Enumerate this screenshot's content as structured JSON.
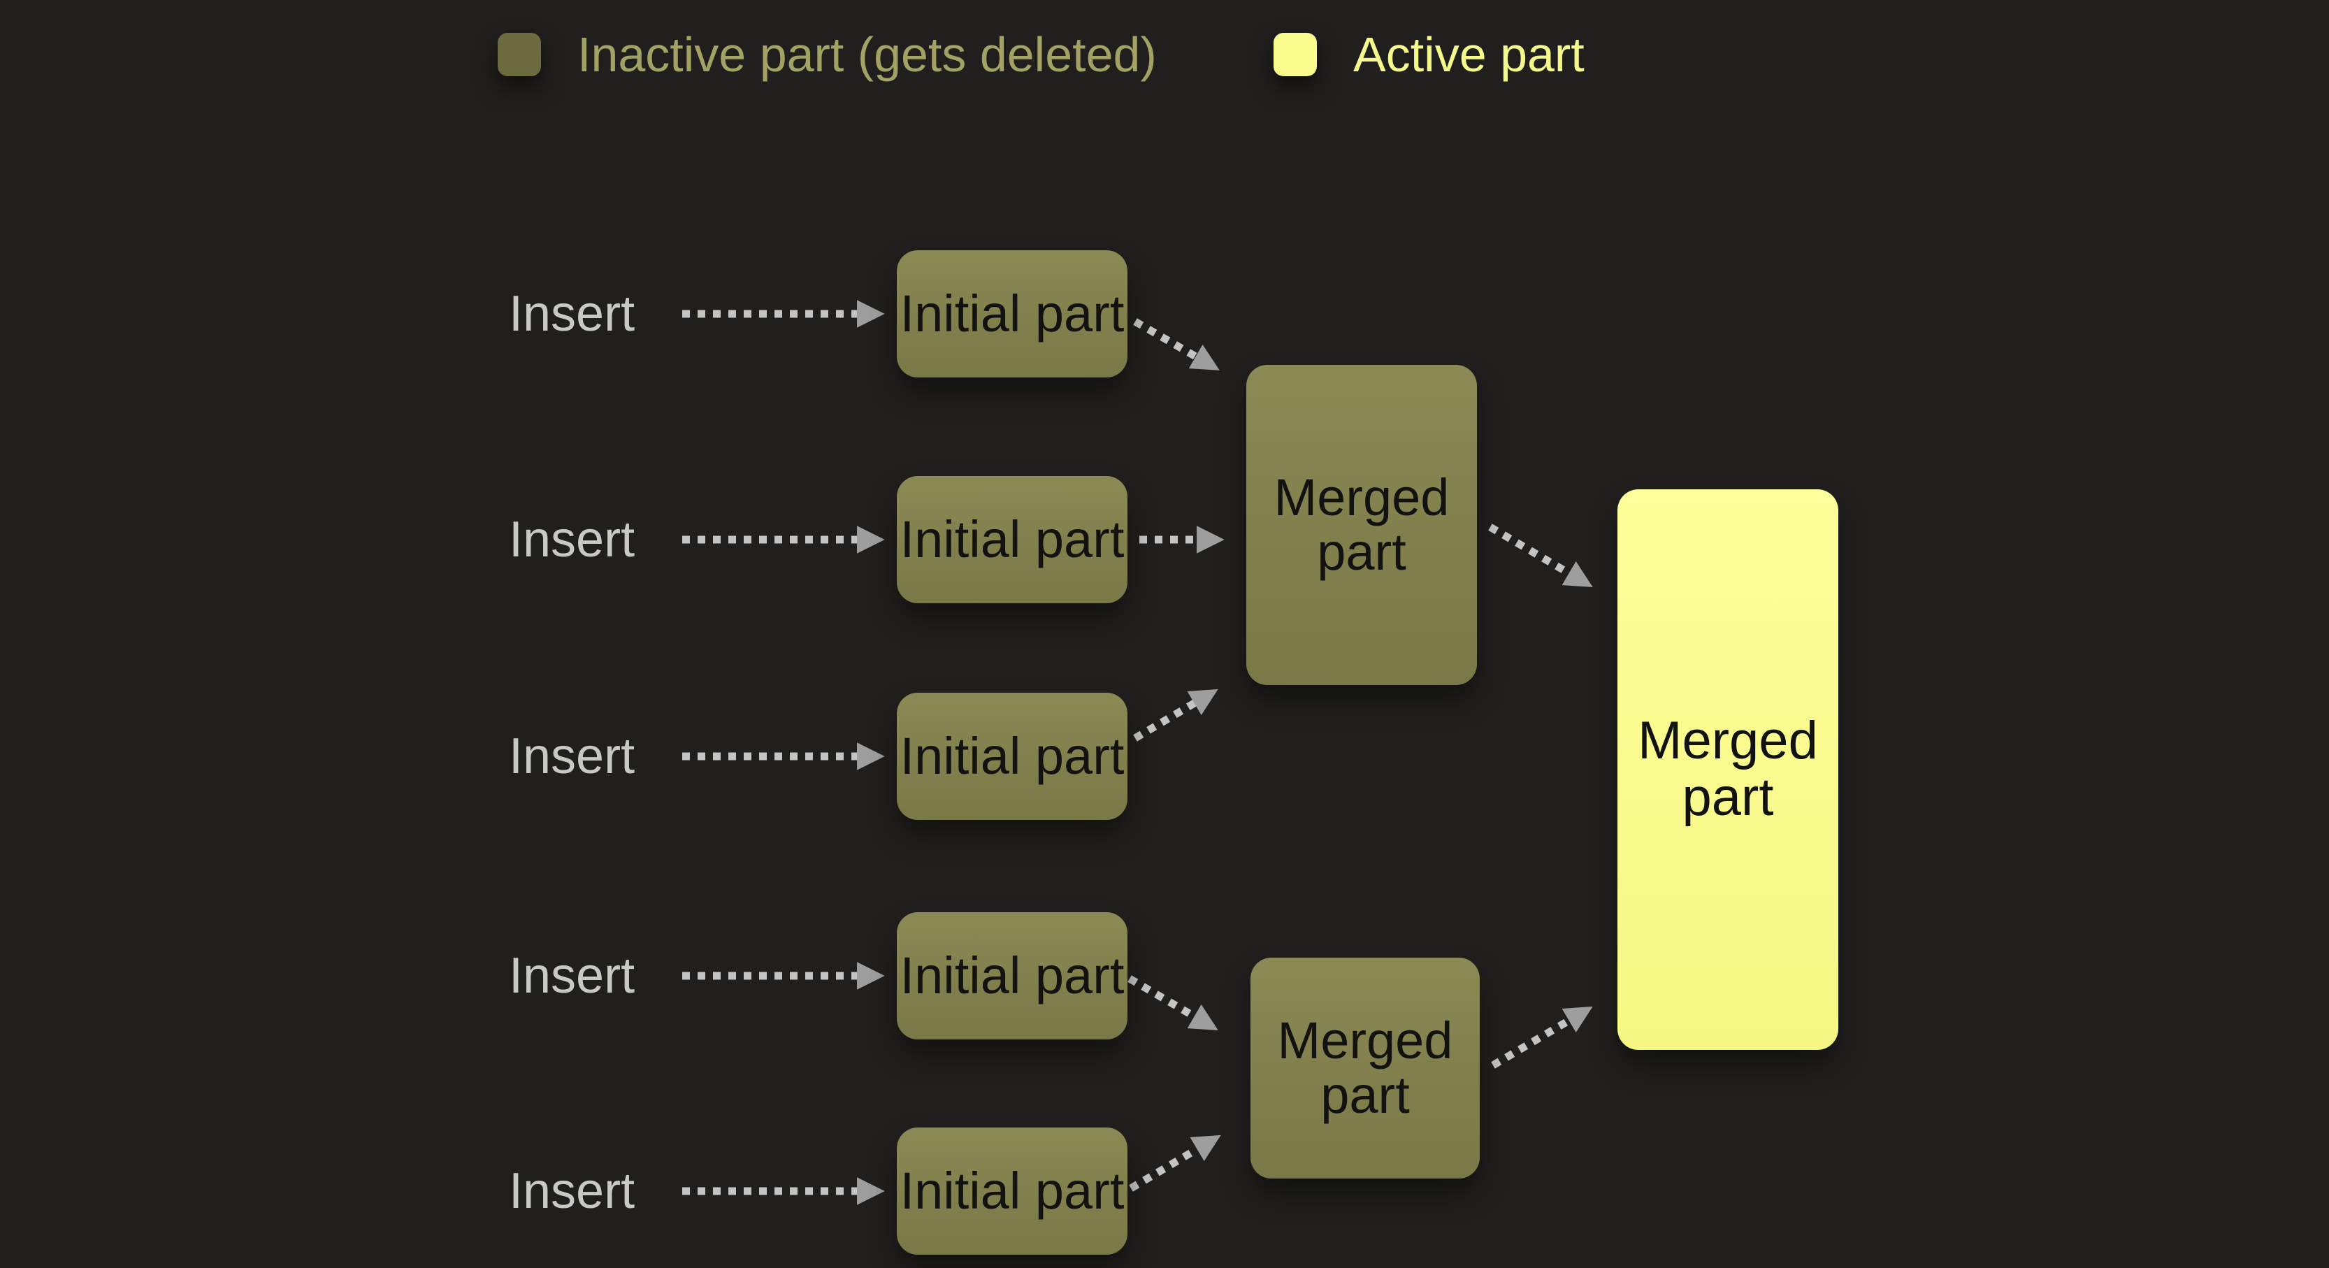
{
  "colors": {
    "background": "#201f1d",
    "inactive-swatch": "#6c6b40",
    "inactive-fill-top": "#8b8954",
    "inactive-fill-bottom": "#797847",
    "inactive-legend-text": "#a1a263",
    "active-fill": "#fafc8d",
    "active-fill-top": "#fdff9a",
    "active-fill-bottom": "#f5f783",
    "active-legend-text": "#f5f88a",
    "node-text": "#121210",
    "insert-text": "#c8c8c6",
    "arrow-line": "#c4c4c4",
    "arrow-head": "#9e9e9e"
  },
  "legend": {
    "items": [
      {
        "label": "Inactive part (gets deleted)",
        "state": "inactive"
      },
      {
        "label": "Active part",
        "state": "active"
      }
    ]
  },
  "diagram": {
    "rows": [
      {
        "insert_label": "Insert",
        "node_label": "Initial part"
      },
      {
        "insert_label": "Insert",
        "node_label": "Initial part"
      },
      {
        "insert_label": "Insert",
        "node_label": "Initial part"
      },
      {
        "insert_label": "Insert",
        "node_label": "Initial part"
      },
      {
        "insert_label": "Insert",
        "node_label": "Initial part"
      }
    ],
    "merge_nodes": [
      {
        "label": "Merged part",
        "state": "inactive"
      },
      {
        "label": "Merged part",
        "state": "inactive"
      }
    ],
    "final_node": {
      "label": "Merged part",
      "state": "active"
    }
  }
}
